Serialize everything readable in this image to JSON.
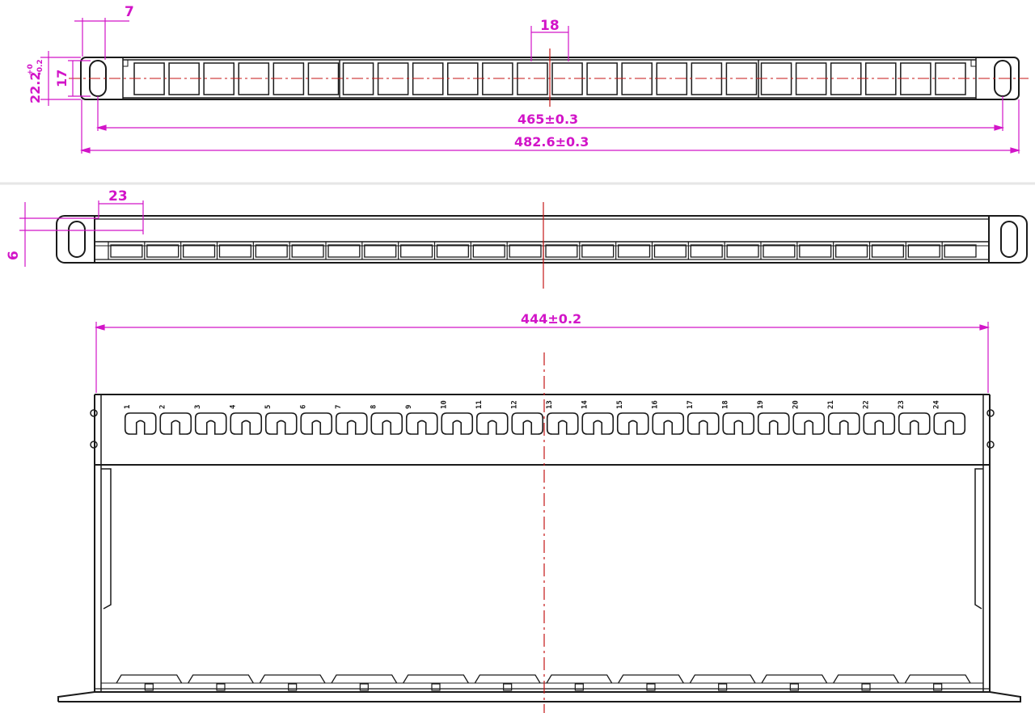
{
  "colors": {
    "outline": "#1a1a1a",
    "dimension": "#d214c8",
    "centerline": "#c41616",
    "background": "#ffffff",
    "separator": "#e6e6e6"
  },
  "dimensions": {
    "top": {
      "flange_width": "7",
      "port_pitch": "18",
      "height": "22.2",
      "height_tol_upper": "+0",
      "height_tol_lower": "-0.2",
      "slot_height": "17",
      "hole_spacing": "465±0.3",
      "overall_width": "482.6±0.3"
    },
    "middle": {
      "offset_x": "23",
      "offset_y": "6"
    },
    "bottom": {
      "inner_width": "444±0.2"
    }
  },
  "ports": {
    "top_view_count": 24,
    "side_view_count": 24,
    "label_labels": [
      "1",
      "2",
      "3",
      "4",
      "5",
      "6",
      "7",
      "8",
      "9",
      "10",
      "11",
      "12",
      "13",
      "14",
      "15",
      "16",
      "17",
      "18",
      "19",
      "20",
      "21",
      "22",
      "23",
      "24"
    ],
    "bottom_tab_count": 12
  }
}
